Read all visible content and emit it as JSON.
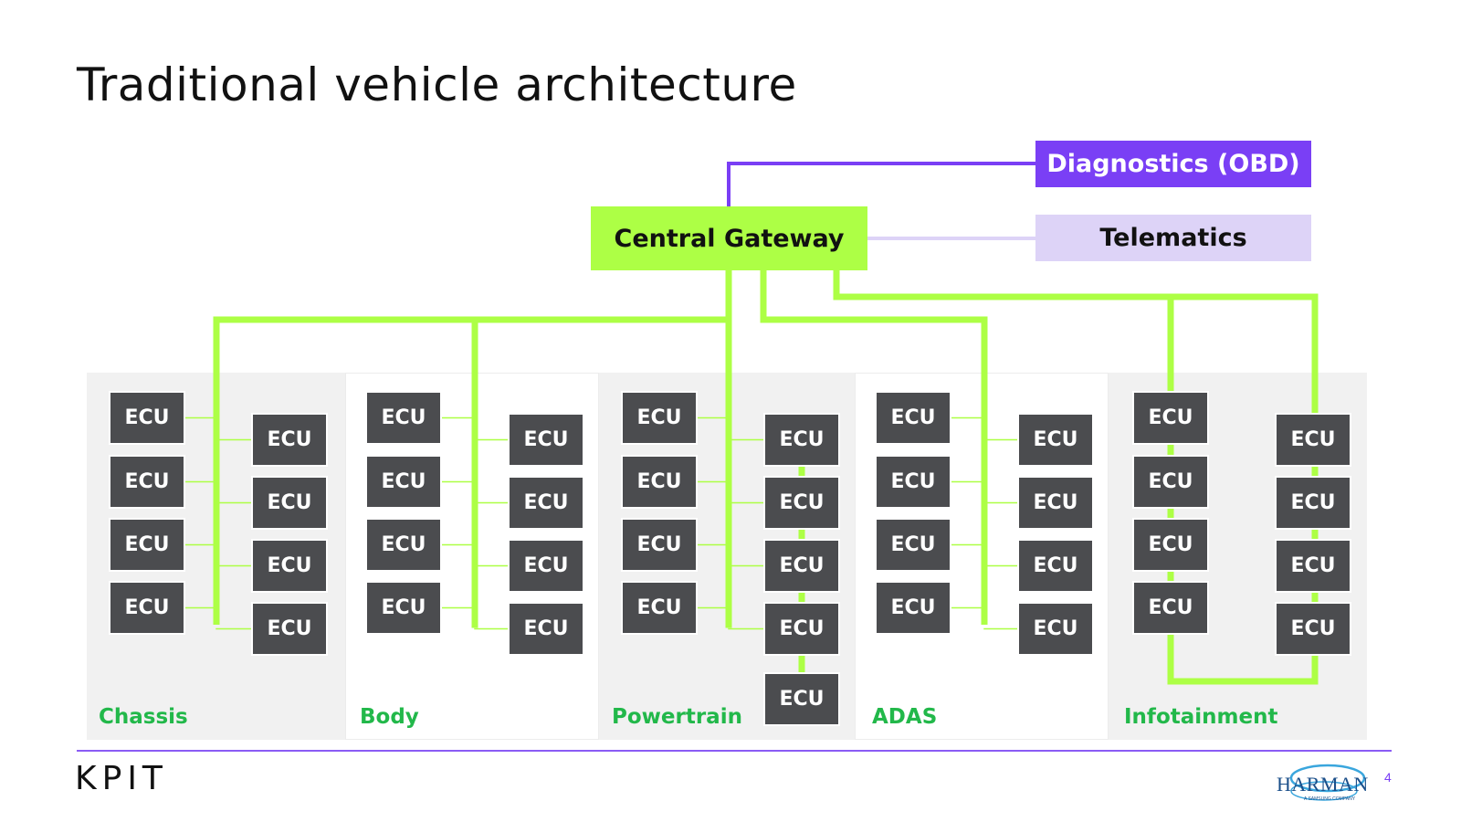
{
  "slide": {
    "title": "Traditional vehicle architecture",
    "page_number": "4"
  },
  "nodes": {
    "gateway": "Central Gateway",
    "obd": "Diagnostics (OBD)",
    "telematics": "Telematics"
  },
  "ecu_label": "ECU",
  "domains": [
    {
      "name": "Chassis",
      "ecu_count": 8
    },
    {
      "name": "Body",
      "ecu_count": 8
    },
    {
      "name": "Powertrain",
      "ecu_count": 9
    },
    {
      "name": "ADAS",
      "ecu_count": 8
    },
    {
      "name": "Infotainment",
      "ecu_count": 8
    }
  ],
  "footer": {
    "left_logo": "KPIT",
    "right_logo": "HARMAN",
    "right_logo_sub": "A SAMSUNG COMPANY"
  },
  "colors": {
    "bus_green": "#adff45",
    "obd_purple": "#7a3ff5",
    "telematics_lavender": "#ddd3f7",
    "ecu_grey": "#4b4c4f",
    "label_green": "#22b84a"
  }
}
